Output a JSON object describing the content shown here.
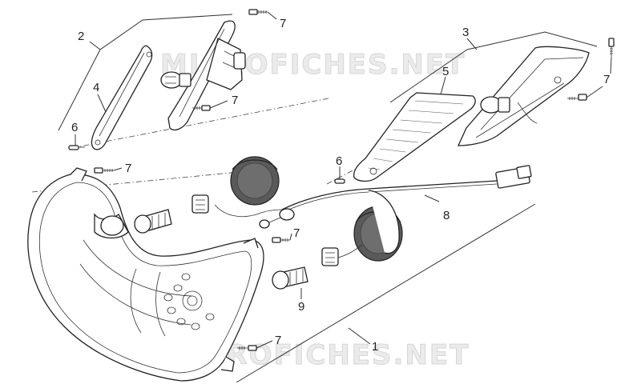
{
  "watermarks": [
    "MICROFICHES.NET",
    "MICROFICHES.NET"
  ],
  "callouts": {
    "front_cover_assy": "2",
    "rear_cover_assy": "3",
    "headlight_assy": "1",
    "lens_strip_left": "4",
    "lens_panel_right": "5",
    "screw_top_left": "7",
    "screw_mid_left": "7",
    "screw_top_right": "7",
    "screw_right_side": "7",
    "screw_housing_top": "7",
    "screw_center": "7",
    "screw_bottom": "7",
    "plug_left": "6",
    "plug_center": "6",
    "wiring_harness": "8",
    "bulb_low": "9"
  },
  "colors": {
    "ink": "#222222",
    "watermark": "#e6e6e6",
    "cap": "#555555"
  }
}
